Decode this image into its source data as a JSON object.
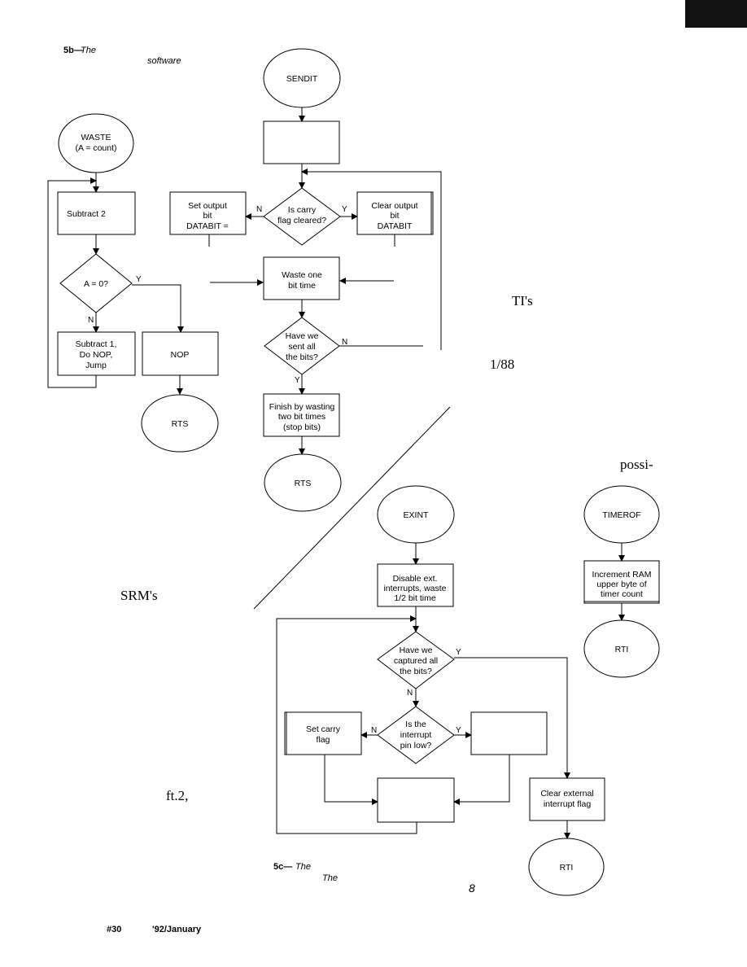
{
  "captions": {
    "fig5b_num": "5b—",
    "fig5b_word": "The",
    "fig5b_word2": "software",
    "fig5c_num": "5c—",
    "fig5c_word": "The",
    "fig5c_word2": "The",
    "fig5c_num8": "8"
  },
  "footer": {
    "issue": "#30",
    "date": "'92/January"
  },
  "margin_text": {
    "tis": "TI's",
    "frac": "1/88",
    "possi": "possi-",
    "srms": "SRM's",
    "ft2": "ft.2,"
  },
  "waste": {
    "start": [
      "WASTE",
      "(A = count)"
    ],
    "subtract2": "Subtract 2",
    "decision": "A = 0?",
    "subtract1": [
      "Subtract 1,",
      "Do NOP,",
      "Jump"
    ],
    "nop": "NOP",
    "rts": "RTS"
  },
  "sendit": {
    "start": "SENDIT",
    "set_output": [
      "Set  output",
      "bit",
      "DATABIT ="
    ],
    "decision": [
      "Is carry",
      "flag cleared?"
    ],
    "clear_output": [
      "Clear output",
      "bit",
      "DATABIT"
    ],
    "waste_one": [
      "Waste one",
      "bit time"
    ],
    "decision2": [
      "Have we",
      "sent all",
      "the bits?"
    ],
    "finish": [
      "Finish by wasting",
      "two bit times",
      "(stop bits)"
    ],
    "rts": "RTS"
  },
  "exint": {
    "start": "EXINT",
    "disable": [
      "Disable ext.",
      "interrupts, waste",
      "1/2 bit time"
    ],
    "decision": [
      "Have we",
      "captured all",
      "the bits?"
    ],
    "decision2": [
      "Is the",
      "interrupt",
      "pin low?"
    ],
    "set_carry": [
      "Set carry",
      "flag"
    ],
    "clear_flag": [
      "Clear external",
      "interrupt flag"
    ],
    "rti": "RTI"
  },
  "timerof": {
    "start": "TIMEROF",
    "increment": [
      "Increment RAM",
      "upper byte of",
      "timer count"
    ],
    "rti": "RTI"
  },
  "labels": {
    "yes": "Y",
    "no": "N"
  }
}
